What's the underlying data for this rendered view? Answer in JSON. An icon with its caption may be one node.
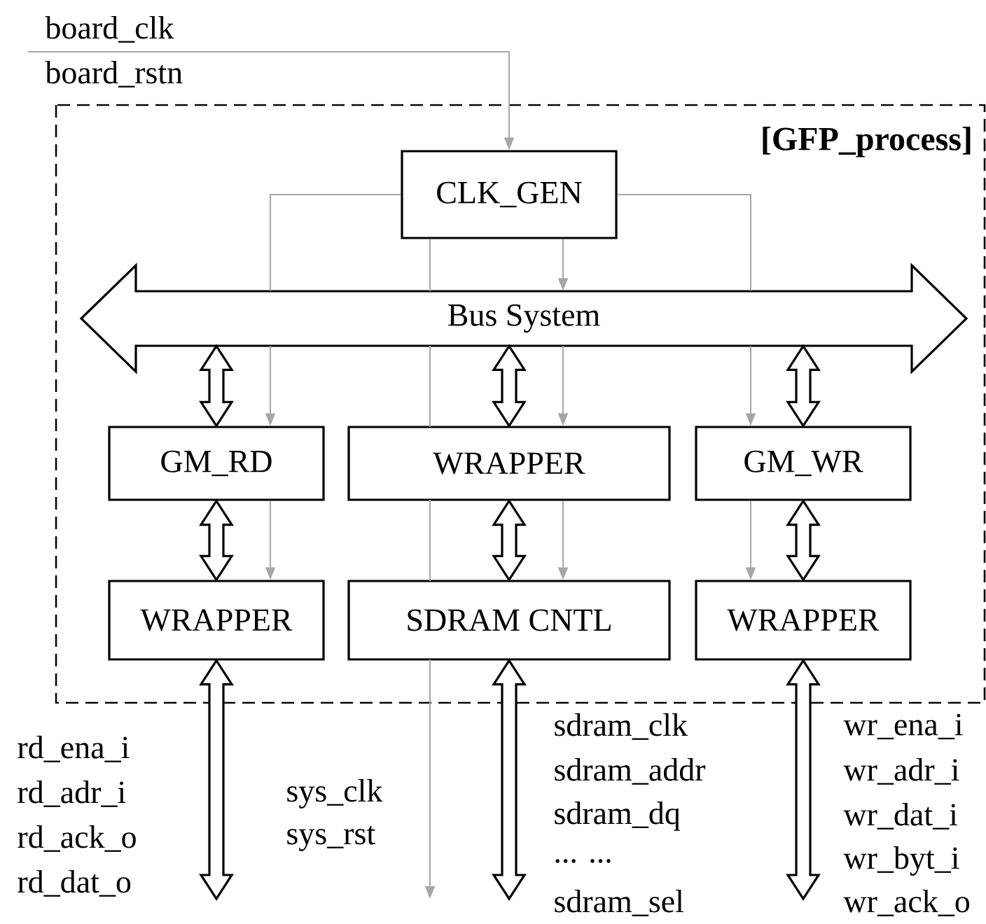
{
  "diagram": {
    "nodes": [
      {
        "text": [
          "[GFP_process]"
        ]
      },
      {
        "text": [
          "CLK_GEN"
        ],
        "in": 0
      },
      {
        "text": [
          "Bus System"
        ],
        "in": 0
      },
      {
        "text": [
          "GM_RD"
        ],
        "in": 0
      },
      {
        "text": [
          "WRAPPER"
        ],
        "in": 0
      },
      {
        "text": [
          "GM_WR"
        ],
        "in": 0
      },
      {
        "text": [
          "WRAPPER"
        ],
        "in": 0
      },
      {
        "text": [
          "SDRAM CNTL"
        ],
        "in": 0
      },
      {
        "text": [
          "WRAPPER"
        ],
        "in": 0
      }
    ],
    "edges": [
      {
        "from": null,
        "to": 1,
        "arrow": "to",
        "color": "#a6a6a6"
      },
      {
        "from": 1,
        "to": 2,
        "arrow": "to",
        "color": "#a6a6a6"
      },
      {
        "from": 1,
        "to": 2,
        "arrow": "none",
        "color": "#a6a6a6"
      },
      {
        "from": 1,
        "to": 2,
        "arrow": "none",
        "color": "#a6a6a6"
      },
      {
        "from": 1,
        "to": null,
        "arrow": "to",
        "color": "#a6a6a6"
      },
      {
        "from": 2,
        "to": 3,
        "arrow": "both",
        "style": "thick",
        "color": "#000000"
      },
      {
        "from": 2,
        "to": 4,
        "arrow": "both",
        "style": "thick",
        "color": "#000000"
      },
      {
        "from": 2,
        "to": 5,
        "arrow": "both",
        "style": "thick",
        "color": "#000000"
      },
      {
        "from": 2,
        "to": 4,
        "arrow": "to",
        "color": "#a6a6a6"
      },
      {
        "from": 2,
        "to": 3,
        "arrow": "to",
        "color": "#a6a6a6"
      },
      {
        "from": 2,
        "to": 5,
        "arrow": "to",
        "color": "#a6a6a6"
      },
      {
        "from": 3,
        "to": 6,
        "arrow": "both",
        "style": "thick",
        "color": "#000000"
      },
      {
        "from": 3,
        "to": 6,
        "arrow": "to",
        "color": "#a6a6a6"
      },
      {
        "from": 4,
        "to": 7,
        "arrow": "both",
        "style": "thick",
        "color": "#000000"
      },
      {
        "from": 4,
        "to": 7,
        "arrow": "to",
        "color": "#a6a6a6"
      },
      {
        "from": 5,
        "to": 8,
        "arrow": "both",
        "style": "thick",
        "color": "#000000"
      },
      {
        "from": 5,
        "to": 8,
        "arrow": "to",
        "color": "#a6a6a6"
      },
      {
        "from": 6,
        "to": null,
        "arrow": "both",
        "style": "thick",
        "color": "#000000"
      },
      {
        "from": 7,
        "to": null,
        "arrow": "both",
        "style": "thick",
        "color": "#000000"
      },
      {
        "from": 8,
        "to": null,
        "arrow": "both",
        "style": "thick",
        "color": "#000000"
      }
    ],
    "labels": [
      "board_clk",
      "board_rstn",
      "sdram_clk",
      "wr_ena_i",
      "rd_ena_i",
      "sdram_addr",
      "wr_adr_i",
      "rd_adr_i",
      "sys_clk",
      "sdram_dq",
      "wr_dat_i",
      "rd_ack_o",
      "sys_rst",
      "... ...",
      "wr_byt_i",
      "rd_dat_o",
      "sdram_sel",
      "wr_ack_o"
    ]
  }
}
